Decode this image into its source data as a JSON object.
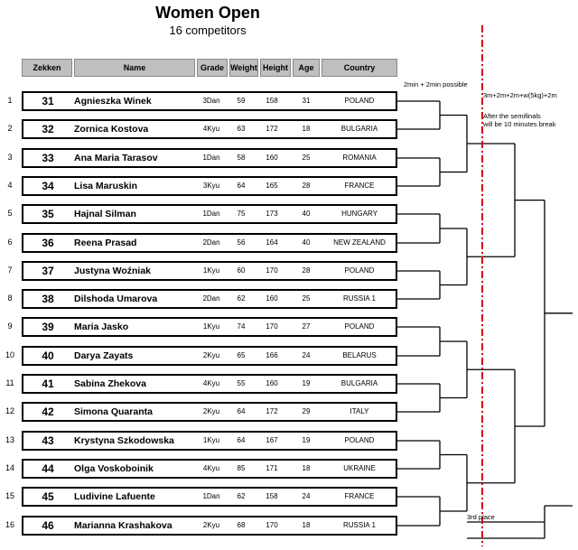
{
  "title": "Women Open",
  "subtitle": "16 competitors",
  "headers": {
    "zekken": "Zekken",
    "name": "Name",
    "grade": "Grade",
    "weight": "Weight",
    "height": "Height",
    "age": "Age",
    "country": "Country"
  },
  "notes": {
    "first_round": "2min + 2min possible",
    "second_round": "3m+2m+2m+w(5kg)+2m",
    "break_line1": "After the semifinals",
    "break_line2": "will be 10 minutes break",
    "third_place": "3rd place"
  },
  "competitors": [
    {
      "n": "1",
      "zekken": "31",
      "name": "Agnieszka Winek",
      "grade": "3Dan",
      "weight": "59",
      "height": "158",
      "age": "31",
      "country": "POLAND"
    },
    {
      "n": "2",
      "zekken": "32",
      "name": "Zornica Kostova",
      "grade": "4Kyu",
      "weight": "63",
      "height": "172",
      "age": "18",
      "country": "BULGARIA"
    },
    {
      "n": "3",
      "zekken": "33",
      "name": "Ana Maria Tarasov",
      "grade": "1Dan",
      "weight": "58",
      "height": "160",
      "age": "25",
      "country": "ROMANIA"
    },
    {
      "n": "4",
      "zekken": "34",
      "name": "Lisa Maruskin",
      "grade": "3Kyu",
      "weight": "64",
      "height": "165",
      "age": "28",
      "country": "FRANCE"
    },
    {
      "n": "5",
      "zekken": "35",
      "name": "Hajnal Silman",
      "grade": "1Dan",
      "weight": "75",
      "height": "173",
      "age": "40",
      "country": "HUNGARY"
    },
    {
      "n": "6",
      "zekken": "36",
      "name": "Reena Prasad",
      "grade": "2Dan",
      "weight": "56",
      "height": "164",
      "age": "40",
      "country": "NEW ZEALAND"
    },
    {
      "n": "7",
      "zekken": "37",
      "name": "Justyna Woźniak",
      "grade": "1Kyu",
      "weight": "60",
      "height": "170",
      "age": "28",
      "country": "POLAND"
    },
    {
      "n": "8",
      "zekken": "38",
      "name": "Dilshoda Umarova",
      "grade": "2Dan",
      "weight": "62",
      "height": "160",
      "age": "25",
      "country": "RUSSIA 1"
    },
    {
      "n": "9",
      "zekken": "39",
      "name": "Maria Jasko",
      "grade": "1Kyu",
      "weight": "74",
      "height": "170",
      "age": "27",
      "country": "POLAND"
    },
    {
      "n": "10",
      "zekken": "40",
      "name": "Darya Zayats",
      "grade": "2Kyu",
      "weight": "65",
      "height": "166",
      "age": "24",
      "country": "BELARUS"
    },
    {
      "n": "11",
      "zekken": "41",
      "name": "Sabina Zhekova",
      "grade": "4Kyu",
      "weight": "55",
      "height": "160",
      "age": "19",
      "country": "BULGARIA"
    },
    {
      "n": "12",
      "zekken": "42",
      "name": "Simona Quaranta",
      "grade": "2Kyu",
      "weight": "64",
      "height": "172",
      "age": "29",
      "country": "ITALY"
    },
    {
      "n": "13",
      "zekken": "43",
      "name": "Krystyna Szkodowska",
      "grade": "1Kyu",
      "weight": "64",
      "height": "167",
      "age": "19",
      "country": "POLAND"
    },
    {
      "n": "14",
      "zekken": "44",
      "name": "Olga  Voskoboinik",
      "grade": "4Kyu",
      "weight": "85",
      "height": "171",
      "age": "18",
      "country": "UKRAINE"
    },
    {
      "n": "15",
      "zekken": "45",
      "name": "Ludivine Lafuente",
      "grade": "1Dan",
      "weight": "62",
      "height": "158",
      "age": "24",
      "country": "FRANCE"
    },
    {
      "n": "16",
      "zekken": "46",
      "name": "Marianna Krashakova",
      "grade": "2Kyu",
      "weight": "68",
      "height": "170",
      "age": "18",
      "country": "RUSSIA 1"
    }
  ],
  "colors": {
    "divider": "#d6001c",
    "header_bg": "#bfbfbf"
  }
}
